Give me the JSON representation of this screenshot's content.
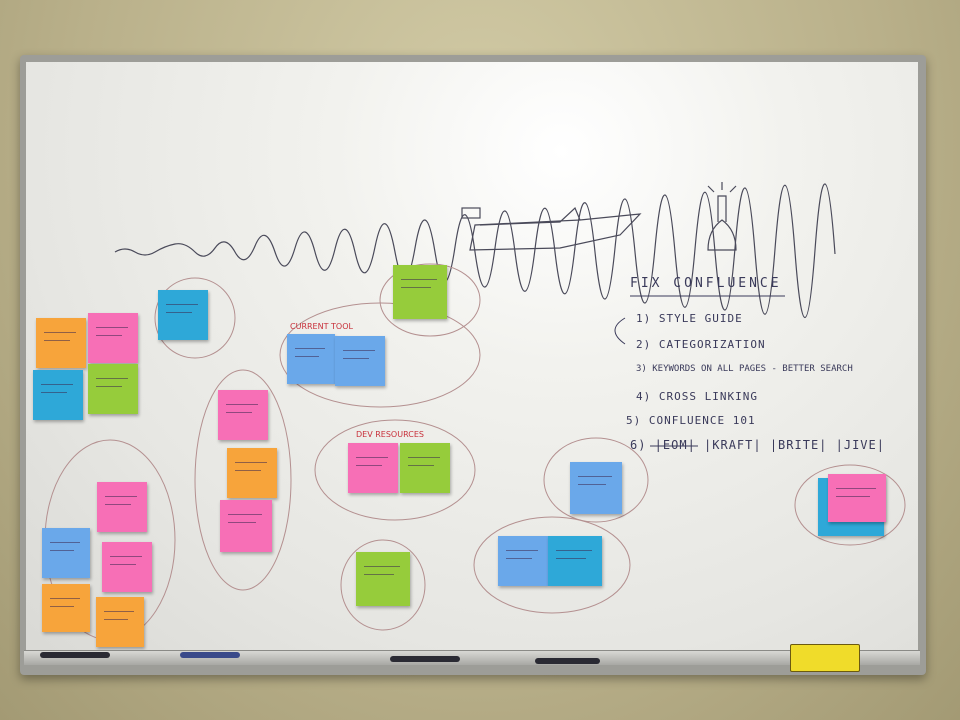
{
  "heading": "FIX CONFLUENCE",
  "list": [
    "1) STYLE GUIDE",
    "2) CATEGORIZATION",
    "3) KEYWORDS ON ALL PAGES - BETTER SEARCH",
    "4) CROSS LINKING",
    "5) CONFLUENCE 101",
    "6) |EOM| |KRAFT| |BRITE| |JIVE|"
  ],
  "red_labels": {
    "current_tool": "CURRENT TOOL",
    "dev_resources": "DEV RESOURCES"
  },
  "colors": {
    "pink": "#f76fb6",
    "orange": "#f7a43b",
    "blue": "#2ea8d8",
    "light_blue": "#6aa8ea",
    "green": "#96cc3b",
    "marker_ink": "#3a3a5a",
    "red_ink": "#c8303a"
  }
}
